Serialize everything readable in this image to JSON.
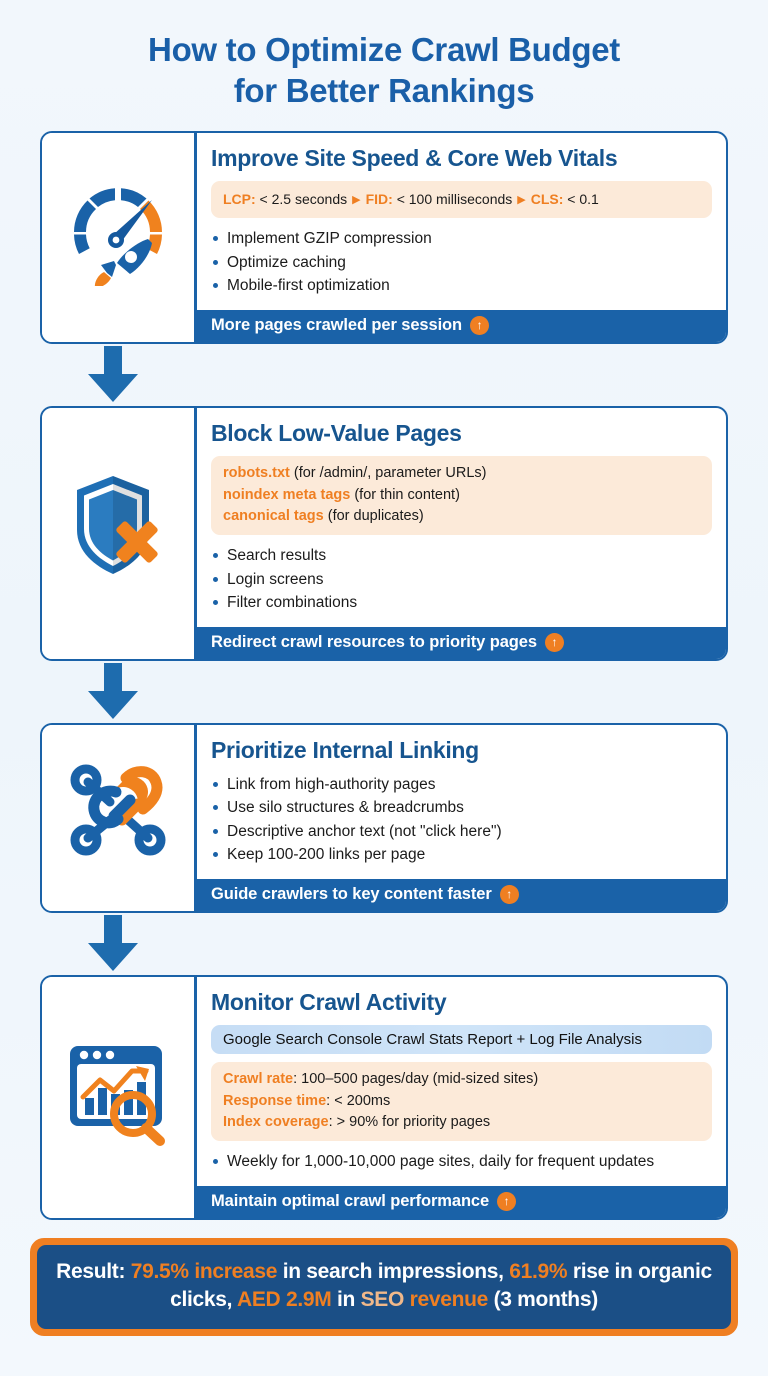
{
  "title": {
    "line1": "How to Optimize Crawl Budget",
    "line2": "for Better Rankings",
    "color": "#1a5fa8"
  },
  "theme": {
    "blue": "#1a62a8",
    "dark_blue": "#17558f",
    "orange": "#ef7f22",
    "peach_bg": "#fcead9",
    "band_bg": "#cfe4f8",
    "page_bg": "#f2f7fc",
    "result_bg": "#1b4f86"
  },
  "steps": [
    {
      "icon": "speedometer-rocket-icon",
      "title": "Improve Site Speed & Core Web Vitals",
      "spec_inline": [
        {
          "key": "LCP:",
          "value": " < 2.5 seconds"
        },
        {
          "key": "FID:",
          "value": " < 100 milliseconds"
        },
        {
          "key": "CLS:",
          "value": " < 0.1"
        }
      ],
      "bullets": [
        "Implement GZIP compression",
        "Optimize caching",
        "Mobile-first optimization"
      ],
      "footer": "More pages crawled per session",
      "footer_badge": "↑"
    },
    {
      "icon": "shield-x-icon",
      "title": "Block Low-Value Pages",
      "spec_lines": [
        {
          "key": "robots.txt",
          "value": " (for /admin/, parameter URLs)"
        },
        {
          "key": "noindex meta tags",
          "value": " (for thin content)"
        },
        {
          "key": "canonical tags",
          "value": " (for duplicates)"
        }
      ],
      "bullets": [
        "Search results",
        "Login screens",
        "Filter combinations"
      ],
      "footer": "Redirect crawl resources to priority pages",
      "footer_badge": "↑"
    },
    {
      "icon": "link-network-icon",
      "title": "Prioritize Internal Linking",
      "bullets": [
        "Link from high-authority pages",
        "Use silo structures & breadcrumbs",
        "Descriptive anchor text (not \"click here\")",
        "Keep 100-200 links per page"
      ],
      "footer": "Guide crawlers to key content faster",
      "footer_badge": "↑"
    },
    {
      "icon": "analytics-search-icon",
      "title": "Monitor Crawl Activity",
      "band": "Google Search Console Crawl Stats Report + Log File Analysis",
      "spec_lines": [
        {
          "key": "Crawl rate",
          "value": ": 100–500 pages/day (mid-sized sites)"
        },
        {
          "key": "Response time",
          "value": ": < 200ms"
        },
        {
          "key": "Index coverage",
          "value": ": > 90% for priority pages"
        }
      ],
      "bullets": [
        "Weekly for 1,000-10,000 page sites, daily for frequent updates"
      ],
      "footer": "Maintain optimal crawl performance",
      "footer_badge": "↑"
    }
  ],
  "result": {
    "seg1": "Result: ",
    "seg2": "79.5% increase",
    "seg3": " in search impressions, ",
    "seg4": "61.9%",
    "seg5": " rise in organic clicks, ",
    "seg6": "AED 2.9M",
    "seg7": " in ",
    "seg8": "SEO",
    "seg9": " revenue",
    "seg10": " (3 months)"
  }
}
